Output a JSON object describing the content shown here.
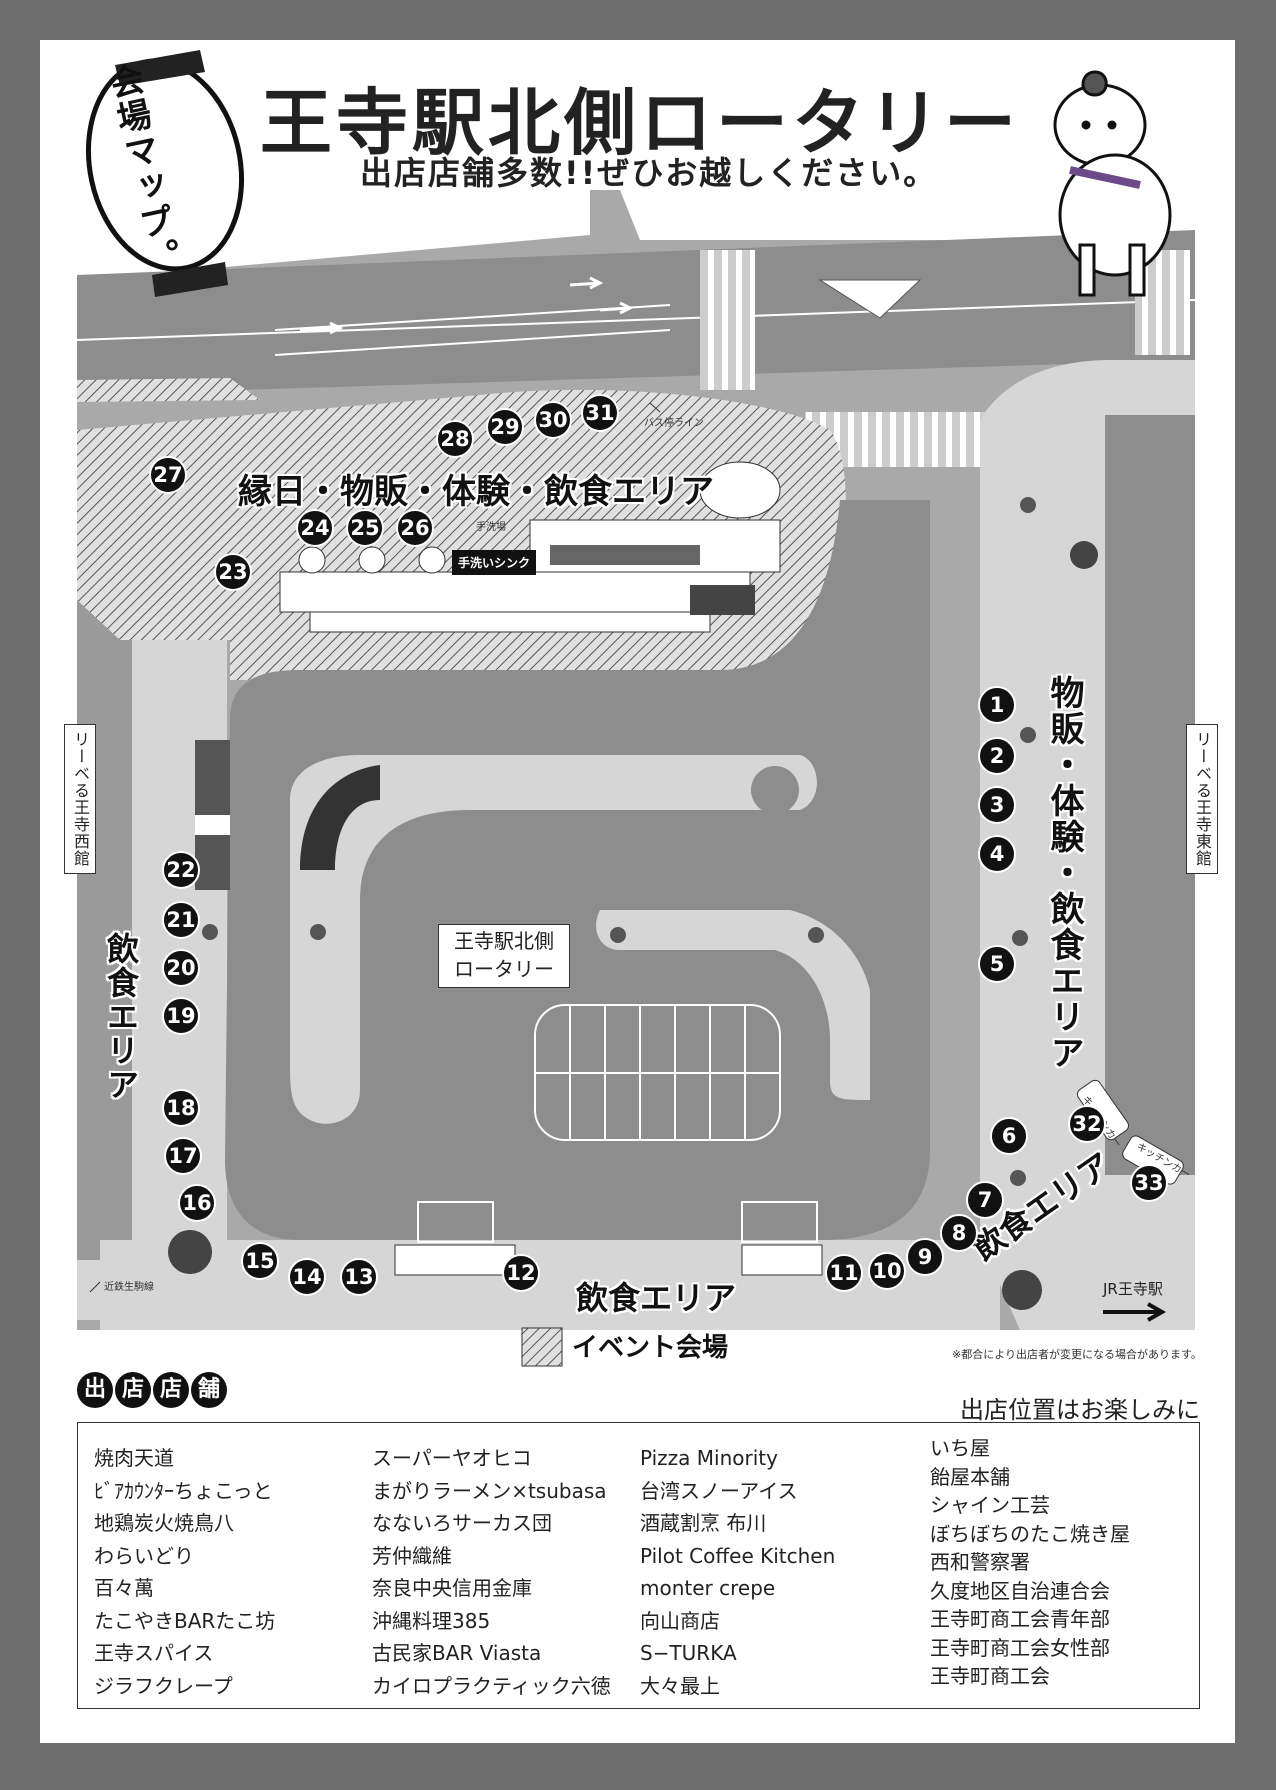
{
  "title": "王寺駅北側ロータリー",
  "subtitle": "出店店舗多数!!ぜひお越しください。",
  "lantern_text": "会場マップ。",
  "markers": [
    "1",
    "2",
    "3",
    "4",
    "5",
    "6",
    "7",
    "8",
    "9",
    "10",
    "11",
    "12",
    "13",
    "14",
    "15",
    "16",
    "17",
    "18",
    "19",
    "20",
    "21",
    "22",
    "23",
    "24",
    "25",
    "26",
    "27",
    "28",
    "29",
    "30",
    "31",
    "32",
    "33"
  ],
  "areas": {
    "north": "縁日・物販・体験・飲食エリア",
    "east": "物販・体験・飲食エリア",
    "west": "飲食エリア",
    "south": "飲食エリア",
    "southeast": "飲食エリア"
  },
  "buildings": {
    "west": "リーベる王寺西館",
    "east": "リーベる王寺東館"
  },
  "center_box": [
    "王寺駅北側",
    "ロータリー"
  ],
  "sink_label": "手洗いシンク",
  "small_labels": {
    "sink_top": "手洗場",
    "bus_stop": "バス停ライン",
    "kintetsu": "近鉄生駒線"
  },
  "bottle_labels": [
    "キッチンカー",
    "キッチンカー"
  ],
  "jr_label": "JR王寺駅",
  "event_legend": "イベント会場",
  "note": "※都合により出店者が変更になる場合があります。",
  "shops": {
    "tab": [
      "出",
      "店",
      "店",
      "舗"
    ],
    "note": "出店位置はお楽しみに",
    "columns": [
      [
        "焼肉天道",
        "ﾋﾞｱｶｳﾝﾀｰちょこっと",
        "地鶏炭火焼鳥八",
        "わらいどり",
        "百々萬",
        "たこやきBARたこ坊",
        "王寺スパイス",
        "ジラフクレープ"
      ],
      [
        "スーパーヤオヒコ",
        "まがりラーメン×tsubasa",
        "なないろサーカス団",
        "芳仲織維",
        "奈良中央信用金庫",
        "沖縄料理385",
        "古民家BAR Viasta",
        "カイロプラクティック六徳"
      ],
      [
        "Pizza Minority",
        "台湾スノーアイス",
        "酒蔵割烹 布川",
        "Pilot Coffee Kitchen",
        "monter crepe",
        "向山商店",
        "S−TURKA",
        "大々最上"
      ],
      [
        "いち屋",
        "飴屋本舗",
        "シャイン工芸",
        "ぼちぼちのたこ焼き屋",
        "西和警察署",
        "久度地区自治連合会",
        "王寺町商工会青年部",
        "王寺町商工会女性部",
        "王寺町商工会"
      ]
    ]
  },
  "colors": {
    "frame": "#6e6e6e",
    "road": "#a9a9a9",
    "sidewalk": "#d6d6d6",
    "marker": "#111111"
  }
}
